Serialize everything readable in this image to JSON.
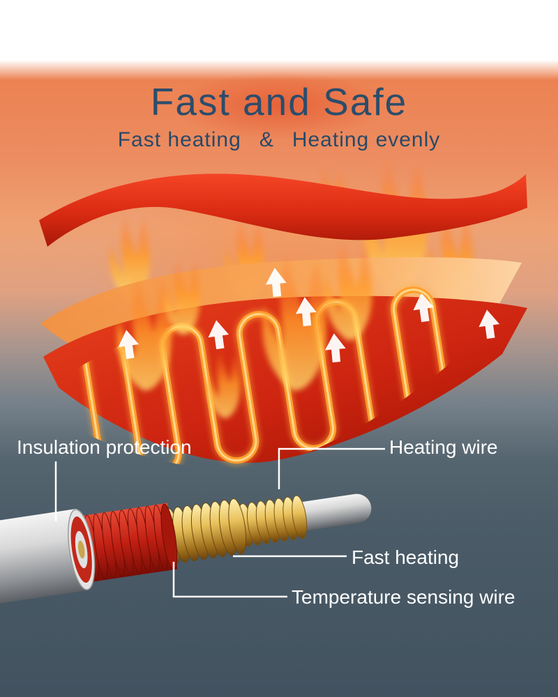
{
  "header": {
    "title": "Fast and Safe",
    "subtitle": {
      "left": "Fast heating",
      "amp": "&",
      "right": "Heating evenly"
    }
  },
  "callouts": {
    "insulation": "Insulation protection",
    "heating_wire": "Heating wire",
    "fast_heating": "Fast heating",
    "temperature_wire": "Temperature sensing wire"
  },
  "illustration": {
    "layers": [
      "top heating pad surface",
      "heat diffusing film",
      "heating wire layer with serpentine coil"
    ],
    "cable_parts": [
      "insulation jacket",
      "temperature sensing wire wrap",
      "heating wire coil",
      "inner core"
    ],
    "arrow_icon_count": 7
  },
  "colors": {
    "title_text": "#2b4d6b",
    "background_orange": "#ec8c60",
    "background_bottom": "#42525f",
    "pad_red": "#d9261a",
    "film_orange": "#f8a85c",
    "serpentine_wire": "#ff9e2e",
    "coil_gold": "#e8c05a",
    "sensing_wire_red": "#c2281a",
    "metal_silver": "#d8d8d8",
    "label_text": "#ffffff"
  }
}
